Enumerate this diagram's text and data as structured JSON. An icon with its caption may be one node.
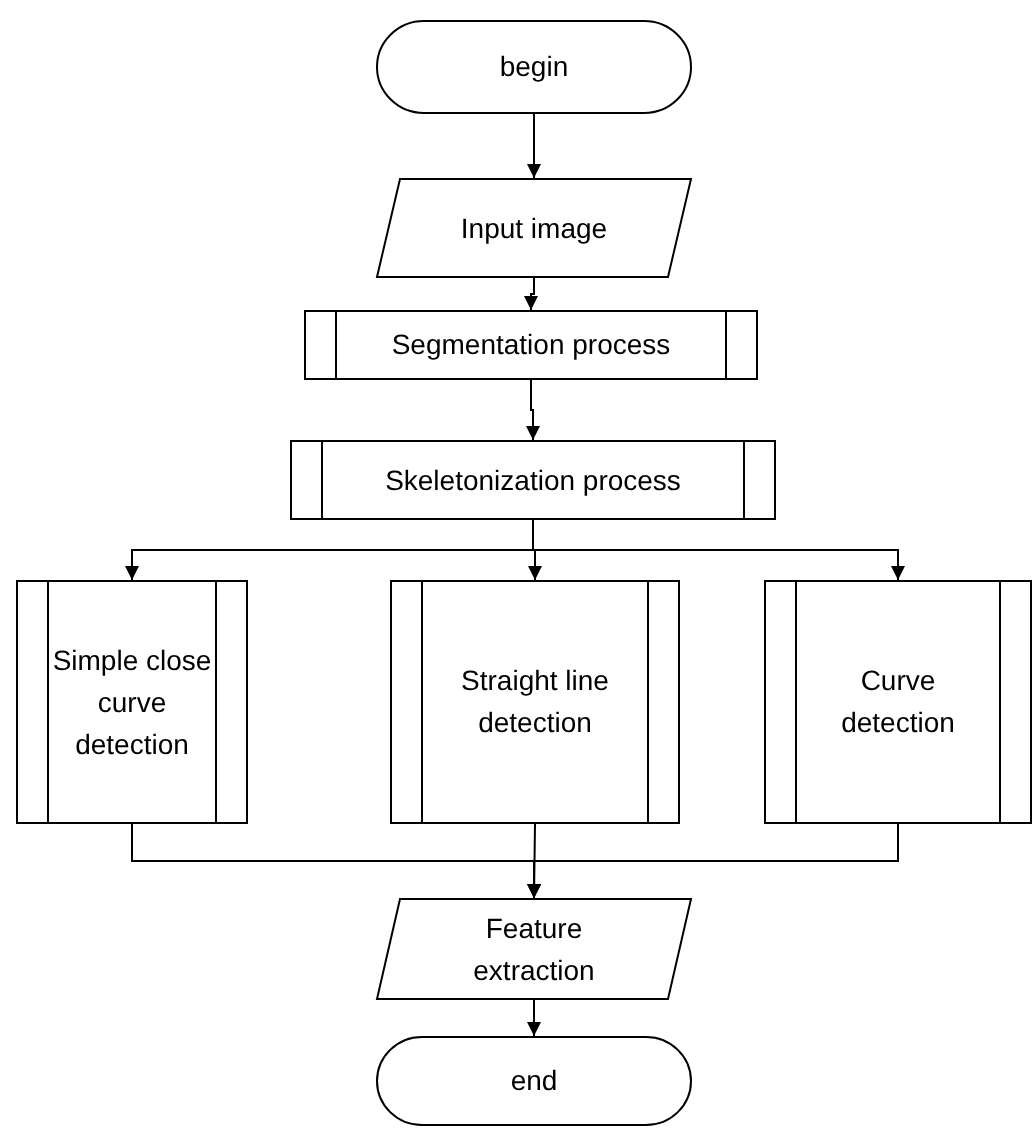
{
  "diagram": {
    "nodes": [
      {
        "text": [
          "begin"
        ]
      },
      {
        "text": [
          "Input image"
        ]
      },
      {
        "text": [
          "Segmentation process"
        ]
      },
      {
        "text": [
          "Skeletonization process"
        ]
      },
      {
        "text": [
          "Simple close curve detection"
        ]
      },
      {
        "text": [
          "Straight line detection"
        ]
      },
      {
        "text": [
          "Curve detection"
        ]
      },
      {
        "text": [
          "Feature extraction"
        ]
      },
      {
        "text": [
          "end"
        ]
      }
    ],
    "edges": [
      {
        "from": 0,
        "to": 1,
        "arrow": "to"
      },
      {
        "from": 1,
        "to": 2,
        "arrow": "to"
      },
      {
        "from": 2,
        "to": 3,
        "arrow": "to"
      },
      {
        "from": 3,
        "to": 4,
        "arrow": "to"
      },
      {
        "from": 3,
        "to": 5,
        "arrow": "to"
      },
      {
        "from": 3,
        "to": 6,
        "arrow": "to"
      },
      {
        "from": 4,
        "to": 7,
        "arrow": "to"
      },
      {
        "from": 5,
        "to": 7,
        "arrow": "to"
      },
      {
        "from": 6,
        "to": 7,
        "arrow": "to"
      },
      {
        "from": 7,
        "to": 8,
        "arrow": "to"
      }
    ]
  }
}
